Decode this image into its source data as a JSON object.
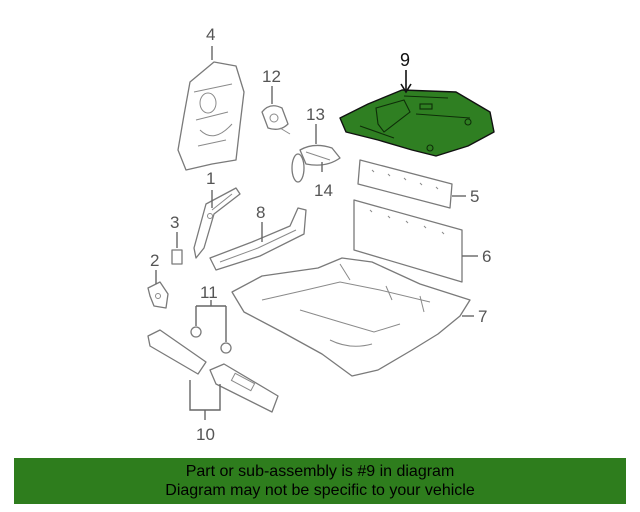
{
  "diagram": {
    "highlighted_part": "9",
    "callouts": [
      "4",
      "12",
      "13",
      "14",
      "9",
      "1",
      "3",
      "8",
      "5",
      "6",
      "2",
      "11",
      "7",
      "10"
    ]
  },
  "banner": {
    "line1": "Part or sub-assembly is #9 in diagram",
    "line2": "Diagram may not be specific to your vehicle"
  },
  "colors": {
    "highlight": "#2f7f22",
    "banner_bg": "#2e7d1d",
    "line": "#7a7a7a"
  }
}
